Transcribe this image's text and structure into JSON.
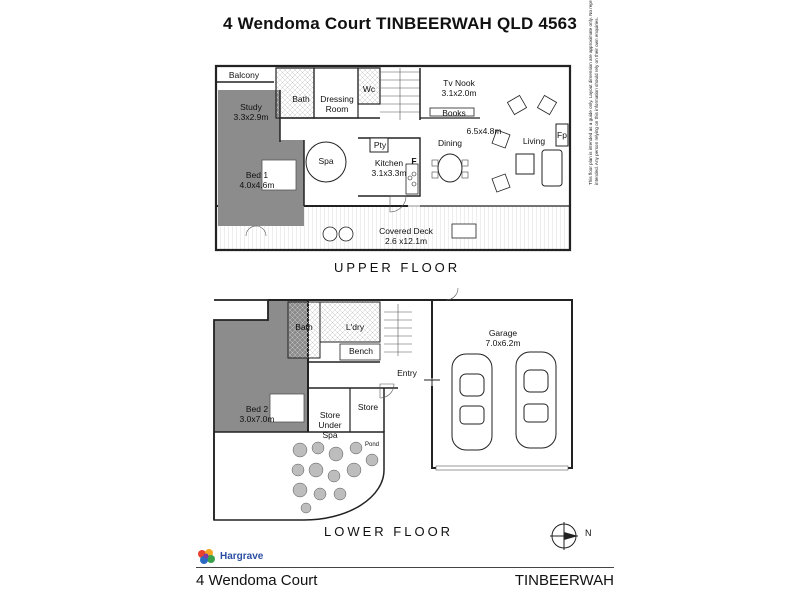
{
  "title": "4  Wendoma Court TINBEERWAH QLD 4563",
  "upper_floor": {
    "label": "UPPER FLOOR",
    "rooms": {
      "balcony": "Balcony",
      "bath": "Bath",
      "dressing_room": "Dressing\nRoom",
      "wc": "Wc",
      "tv_nook": "Tv Nook",
      "tv_nook_dim": "3.1x2.0m",
      "study": "Study",
      "study_dim": "3.3x2.9m",
      "books": "Books",
      "living_dim": "6.5x4.8m",
      "fp": "Fp",
      "living": "Living",
      "pty": "Pty",
      "dining": "Dining",
      "spa": "Spa",
      "kitchen": "Kitchen",
      "kitchen_dim": "3.1x3.3m",
      "fridge": "F",
      "bed1": "Bed 1",
      "bed1_dim": "4.0x4.6m",
      "covered_deck": "Covered Deck",
      "covered_deck_dim": "2.6 x12.1m"
    }
  },
  "lower_floor": {
    "label": "LOWER FLOOR",
    "rooms": {
      "bath": "Bath",
      "laundry": "L'dry",
      "bench": "Bench",
      "garage": "Garage",
      "garage_dim": "7.0x6.2m",
      "entry": "Entry",
      "bed2": "Bed 2",
      "bed2_dim": "3.0x7.0m",
      "store_under_spa": "Store Under\nSpa",
      "store": "Store",
      "pond": "Pond"
    }
  },
  "compass": {
    "label": "N"
  },
  "disclaimer": "This floor plan is intended as a guide only. Layout dimension are approximate only. No representation or warranties of any nature whatsoever are given or intended. Any person relying on this information should rely on their own enquiries.",
  "brand": {
    "name": "Hargrave"
  },
  "footer": {
    "address": "4 Wendoma Court",
    "suburb": "TINBEERWAH"
  },
  "colors": {
    "bedroom_fill": "#8c8c8c",
    "wall": "#222222",
    "deck_line": "#bbbbbb"
  }
}
